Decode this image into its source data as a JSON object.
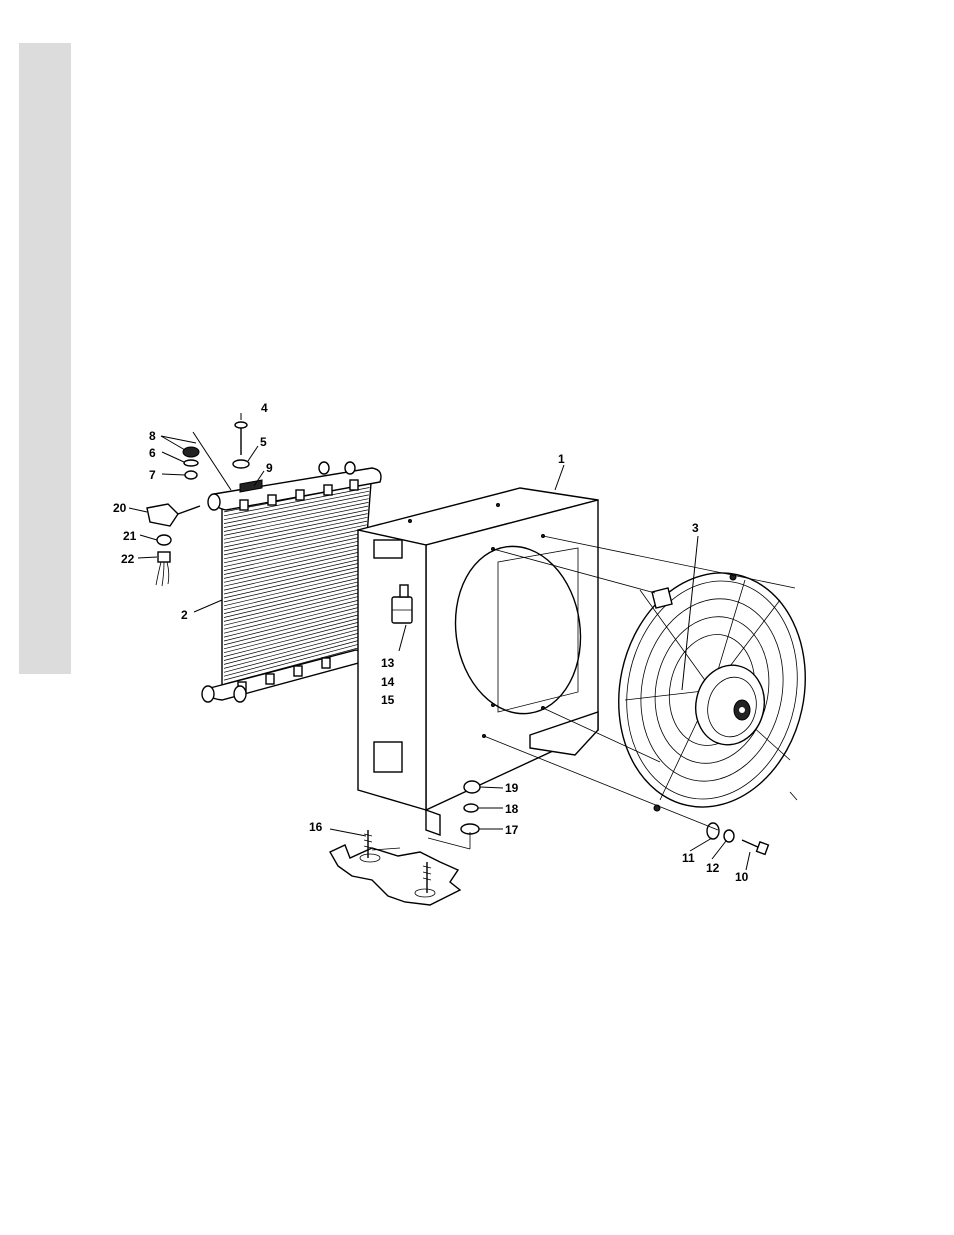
{
  "side_tab": {
    "color": "#dcdcdc"
  },
  "callouts": {
    "c1": "1",
    "c2": "2",
    "c3": "3",
    "c4": "4",
    "c5": "5",
    "c6": "6",
    "c7": "7",
    "c8": "8",
    "c9": "9",
    "c10": "10",
    "c11": "11",
    "c12": "12",
    "c13": "13",
    "c14": "14",
    "c15": "15",
    "c16": "16",
    "c17": "17",
    "c18": "18",
    "c19": "19",
    "c20": "20",
    "c21": "21",
    "c22": "22"
  },
  "icons": {
    "radiator": "radiator-icon",
    "shroud": "fan-shroud-icon",
    "fan": "electric-fan-icon",
    "relay": "relay-icon",
    "sensor": "temperature-sensor-icon",
    "base": "mounting-base-icon"
  }
}
